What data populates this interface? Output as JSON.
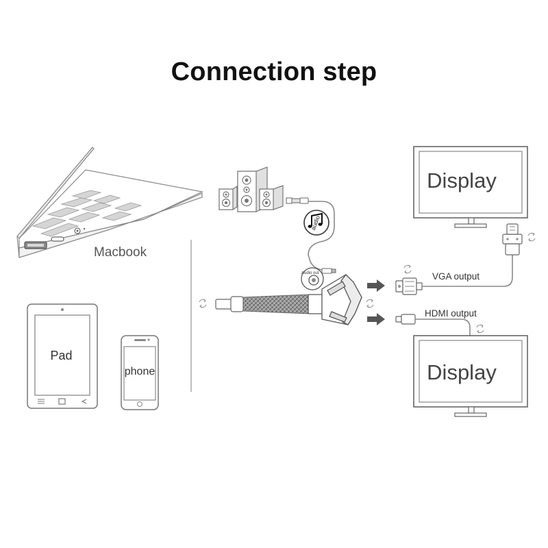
{
  "title": "Connection step",
  "devices": {
    "macbook": "Macbook",
    "pad": "Pad",
    "phone": "phone"
  },
  "displays": {
    "top": "Display",
    "bottom": "Display"
  },
  "outputs": {
    "vga": "VGA output",
    "hdmi": "HDMI output"
  },
  "audio": {
    "port_label": "Audio out",
    "badge_label": "audio"
  },
  "icons": [
    "speaker-icon",
    "music-note-icon",
    "rotate-icon",
    "arrow-right-icon",
    "vga-connector-icon",
    "hdmi-connector-icon",
    "usb-c-plug-icon",
    "audio-jack-icon"
  ]
}
